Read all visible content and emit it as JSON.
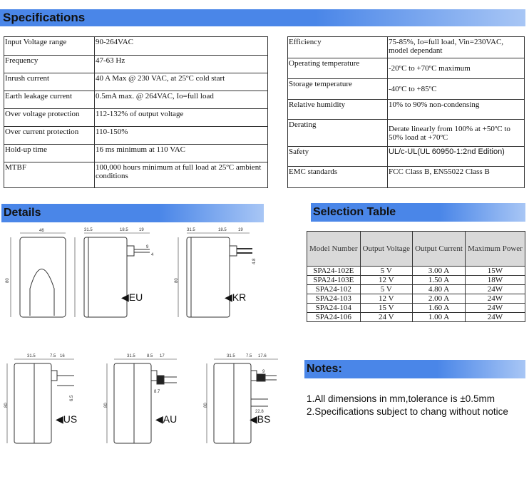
{
  "specifications": {
    "title": "Specifications",
    "left": [
      {
        "label": "Input Voltage range",
        "value": "90-264VAC"
      },
      {
        "label": "Frequency",
        "value": "47-63 Hz"
      },
      {
        "label": "Inrush current",
        "value": "40 A Max @ 230 VAC, at 25ºC cold start"
      },
      {
        "label": "Earth leakage current",
        "value": "0.5mA max. @ 264VAC, Io=full load"
      },
      {
        "label": "Over voltage protection",
        "value": "112-132% of output voltage"
      },
      {
        "label": "Over current protection",
        "value": "110-150%"
      },
      {
        "label": "Hold-up time",
        "value": "16 ms minimum at 110 VAC"
      },
      {
        "label": "MTBF",
        "value": "100,000 hours minimum at full load at 25ºC ambient conditions"
      }
    ],
    "right": [
      {
        "label": "Efficiency",
        "value": "75-85%, Io=full load, Vin=230VAC, model dependant"
      },
      {
        "label": "Operating temperature",
        "value": "-20ºC to +70ºC maximum"
      },
      {
        "label": "Storage temperature",
        "value": "-40ºC to +85ºC"
      },
      {
        "label": "Relative humidity",
        "value": "10% to 90% non-condensing"
      },
      {
        "label": "Derating",
        "value": "Derate linearly from 100% at +50ºC to 50% load at +70ºC"
      },
      {
        "label": "Safety",
        "value": "UL/c-UL(UL 60950-1:2nd Edition)"
      },
      {
        "label": "EMC standards",
        "value": "FCC Class B, EN55022 Class B"
      }
    ]
  },
  "details": {
    "title": "Details",
    "eu": {
      "dims": [
        "46",
        "31.5",
        "18.5",
        "19",
        "9",
        "4",
        "80"
      ],
      "label": "◀EU"
    },
    "kr": {
      "dims": [
        "31.5",
        "18.5",
        "19",
        "4.8",
        "80"
      ],
      "label": "◀KR"
    },
    "us": {
      "dims": [
        "31.5",
        "7.5",
        "16",
        "6.5",
        "80"
      ],
      "label": "◀US"
    },
    "au": {
      "dims": [
        "31.5",
        "8.5",
        "17",
        "8.7",
        "80"
      ],
      "label": "◀AU"
    },
    "bs": {
      "dims": [
        "31.5",
        "7.5",
        "17.6",
        "9",
        "22.8",
        "80"
      ],
      "label": "◀BS"
    }
  },
  "selection": {
    "title": "Selection Table",
    "headers": [
      "Model Number",
      "Output Voltage",
      "Output Current",
      "Maximum Power"
    ],
    "rows": [
      [
        "SPA24-102E",
        "5 V",
        "3.00 A",
        "15W"
      ],
      [
        "SPA24-103E",
        "12 V",
        "1.50 A",
        "18W"
      ],
      [
        "SPA24-102",
        "5 V",
        "4.80 A",
        "24W"
      ],
      [
        "SPA24-103",
        "12 V",
        "2.00 A",
        "24W"
      ],
      [
        "SPA24-104",
        "15 V",
        "1.60 A",
        "24W"
      ],
      [
        "SPA24-106",
        "24 V",
        "1.00 A",
        "24W"
      ]
    ]
  },
  "notes": {
    "title": "Notes:",
    "items": [
      "1.All dimensions in mm,tolerance is ±0.5mm",
      "2.Specifications subject to chang without notice"
    ]
  },
  "colors": {
    "banner": "#4a86e8",
    "table_header": "#d9d9d9"
  }
}
